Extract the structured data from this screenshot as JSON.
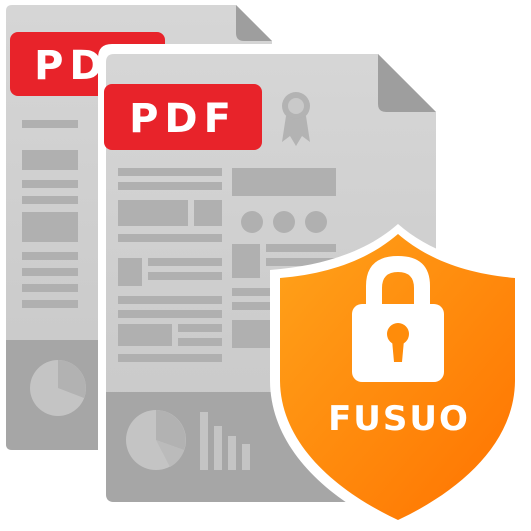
{
  "back_document": {
    "badge_text": "PDF",
    "badge_color": "#e8232a"
  },
  "front_document": {
    "badge_text": "PDF",
    "badge_color": "#e8232a",
    "icons": [
      "award-ribbon-icon",
      "pie-chart-icon",
      "bar-chart-icon"
    ]
  },
  "shield": {
    "brand_text": "FUSUO",
    "gradient_start": "#ffa21a",
    "gradient_end": "#ff7a00",
    "icon": "padlock-icon"
  },
  "colors": {
    "paper": "#cfcfcf",
    "paper_dark": "#b3b3b3",
    "footer": "#9d9d9d"
  }
}
